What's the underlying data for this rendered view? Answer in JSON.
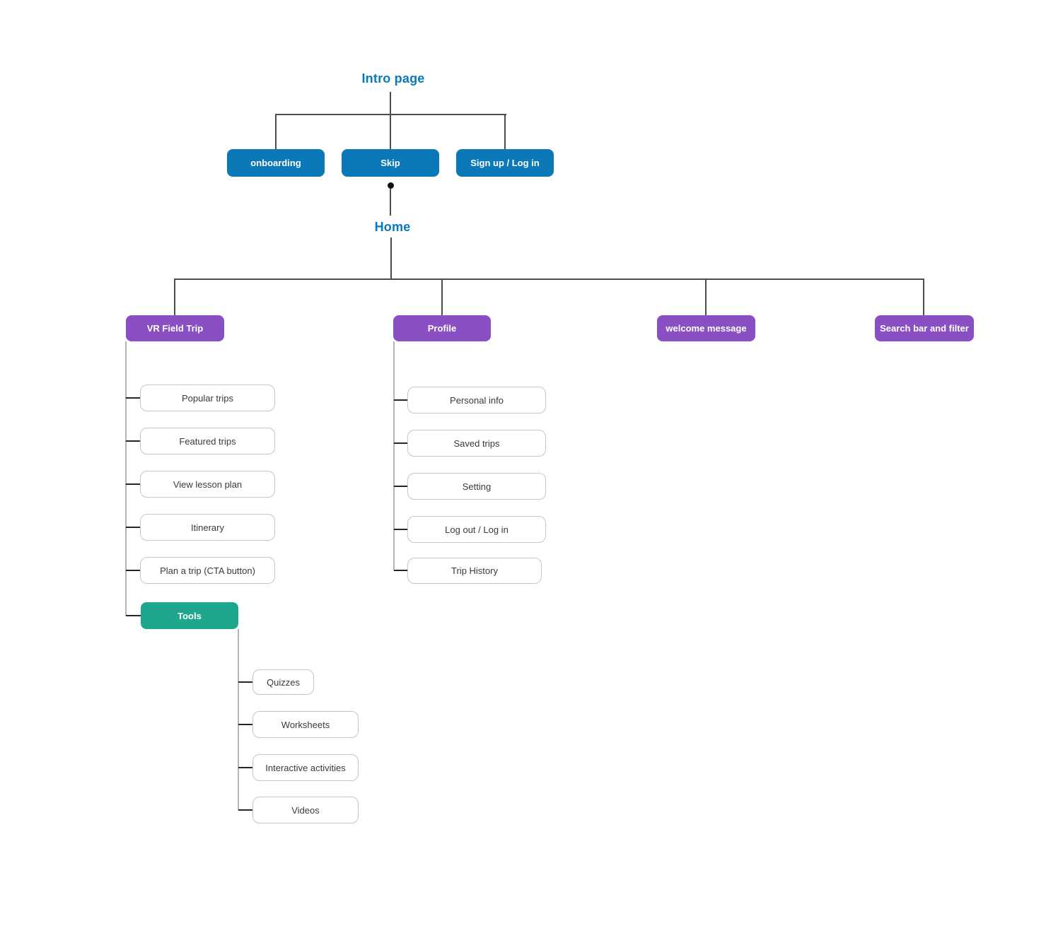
{
  "palette": {
    "blue_button": "#0b79b8",
    "blue_title_text": "#0878be",
    "purple_node": "#8a4fc3",
    "teal_node": "#1fa78e",
    "connector_dark": "#4d4d4d",
    "connector_light": "#b5b5b5",
    "stub_dark": "#262626",
    "white_node_border": "#c6c6c6",
    "white_node_text": "#3a3a3a"
  },
  "intro": {
    "title": "Intro page",
    "buttons": [
      "onboarding",
      "Skip",
      "Sign up / Log in"
    ]
  },
  "home": {
    "title": "Home",
    "sections": [
      "VR Field Trip",
      "Profile",
      "welcome message",
      "Search bar and filter"
    ]
  },
  "vr_field_trip": {
    "children": [
      "Popular trips",
      "Featured trips",
      "View lesson plan",
      "Itinerary",
      "Plan a trip (CTA button)"
    ],
    "tools": {
      "label": "Tools",
      "children": [
        "Quizzes",
        "Worksheets",
        "Interactive activities",
        "Videos"
      ]
    }
  },
  "profile": {
    "children": [
      "Personal info",
      "Saved trips",
      "Setting",
      "Log out / Log in",
      "Trip History"
    ]
  }
}
